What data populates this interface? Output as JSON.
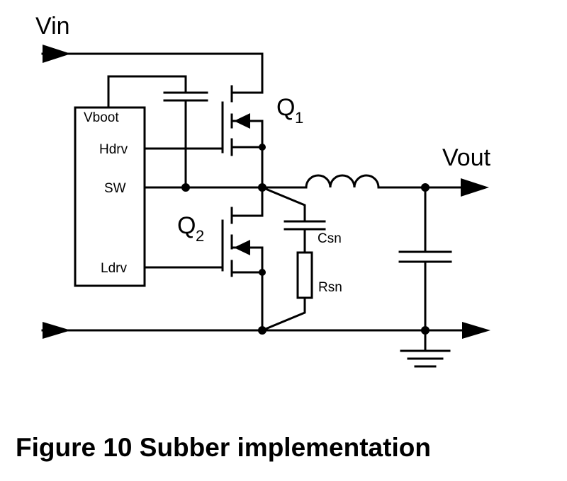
{
  "labels": {
    "vin": "Vin",
    "vout": "Vout",
    "q1": "Q",
    "q1_sub": "1",
    "q2": "Q",
    "q2_sub": "2",
    "csn": "Csn",
    "rsn": "Rsn"
  },
  "driver_pins": {
    "vboot": "Vboot",
    "hdrv": "Hdrv",
    "sw": "SW",
    "ldrv": "Ldrv"
  },
  "caption": "Figure 10 Subber implementation"
}
